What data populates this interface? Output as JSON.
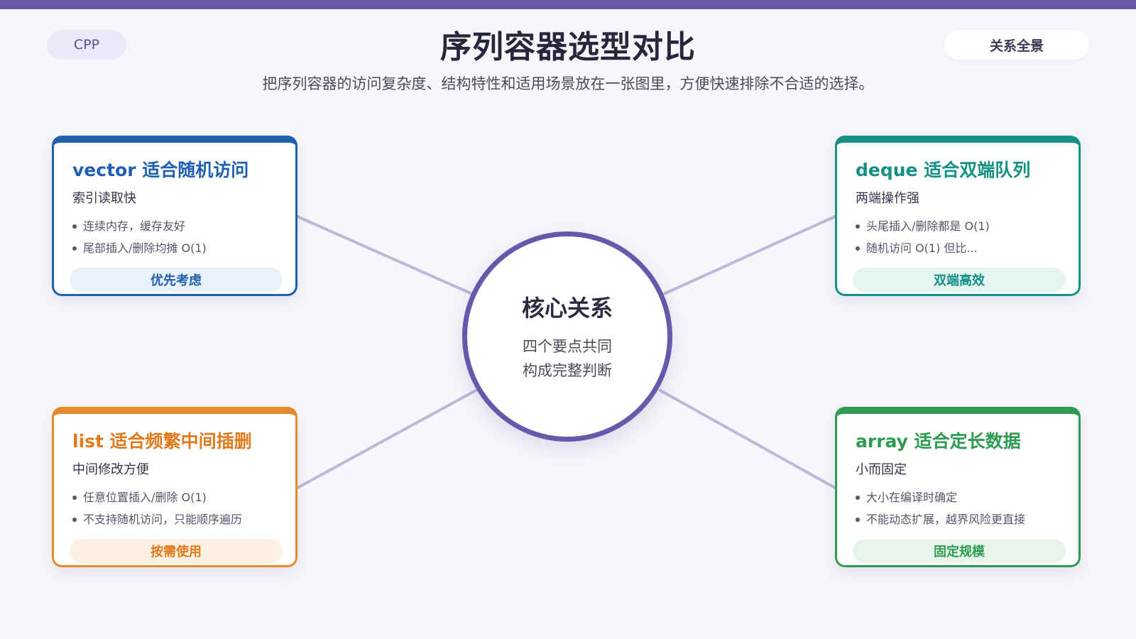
{
  "header": {
    "tag": "CPP",
    "title": "序列容器选型对比",
    "subtitle": "把序列容器的访问复杂度、结构特性和适用场景放在一张图里，方便快速排除不合适的选择。",
    "view_label": "关系全景"
  },
  "hub": {
    "title": "核心关系",
    "line1": "四个要点共同",
    "line2": "构成完整判断"
  },
  "cards": {
    "vector": {
      "title": "vector 适合随机访问",
      "subtitle": "索引读取快",
      "bullets": [
        "连续内存，缓存友好",
        "尾部插入/删除均摊 O(1)"
      ],
      "badge": "优先考虑",
      "color": "#1e5fb0"
    },
    "deque": {
      "title": "deque 适合双端队列",
      "subtitle": "两端操作强",
      "bullets": [
        "头尾插入/删除都是 O(1)",
        "随机访问 O(1) 但比..."
      ],
      "badge": "双端高效",
      "color": "#149084"
    },
    "list": {
      "title": "list 适合频繁中间插删",
      "subtitle": "中间修改方便",
      "bullets": [
        "任意位置插入/删除 O(1)",
        "不支持随机访问，只能顺序遍历"
      ],
      "badge": "按需使用",
      "color": "#e88a2a"
    },
    "array": {
      "title": "array 适合定长数据",
      "subtitle": "小而固定",
      "bullets": [
        "大小在编译时确定",
        "不能动态扩展，越界风险更直接"
      ],
      "badge": "固定规模",
      "color": "#2e9b52"
    }
  },
  "colors": {
    "top_bar": "#6a5aa8",
    "hub_border": "#6658aa",
    "connector": "#bdb7d9"
  }
}
